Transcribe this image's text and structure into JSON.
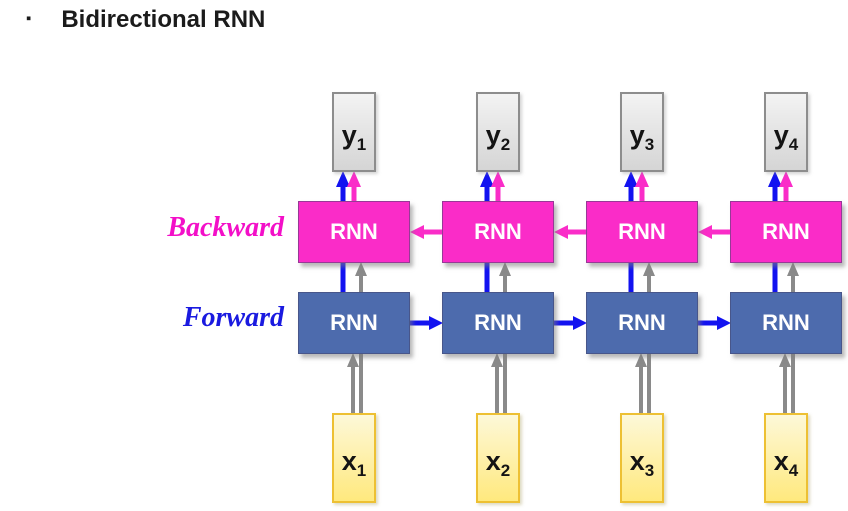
{
  "title": {
    "bullet": "▪",
    "text": "Bidirectional RNN"
  },
  "side_labels": {
    "backward": "Backward",
    "forward": "Forward"
  },
  "labels": {
    "rnn": "RNN"
  },
  "columns": [
    {
      "y": {
        "base": "y",
        "sub": "1"
      },
      "x": {
        "base": "x",
        "sub": "1"
      }
    },
    {
      "y": {
        "base": "y",
        "sub": "2"
      },
      "x": {
        "base": "x",
        "sub": "2"
      }
    },
    {
      "y": {
        "base": "y",
        "sub": "3"
      },
      "x": {
        "base": "x",
        "sub": "3"
      }
    },
    {
      "y": {
        "base": "y",
        "sub": "4"
      },
      "x": {
        "base": "x",
        "sub": "4"
      }
    }
  ],
  "colors": {
    "title-text": "#1b1b1b",
    "backward-box": "#fa2cc8",
    "forward-box": "#4d6bad",
    "blue-arrow": "#1212f0",
    "magenta-arrow": "#fa2cc8",
    "gray-arrow": "#8a8a8a",
    "y-box-border": "#8d8d8d",
    "y-box-top": "#f3f3f3",
    "y-box-bottom": "#d5d5d5",
    "x-box-border": "#edc033",
    "x-box-top": "#fdf8d8",
    "x-box-bottom": "#ffe97e",
    "backward-label": "#f30fc8",
    "forward-label": "#1a1ae0"
  }
}
